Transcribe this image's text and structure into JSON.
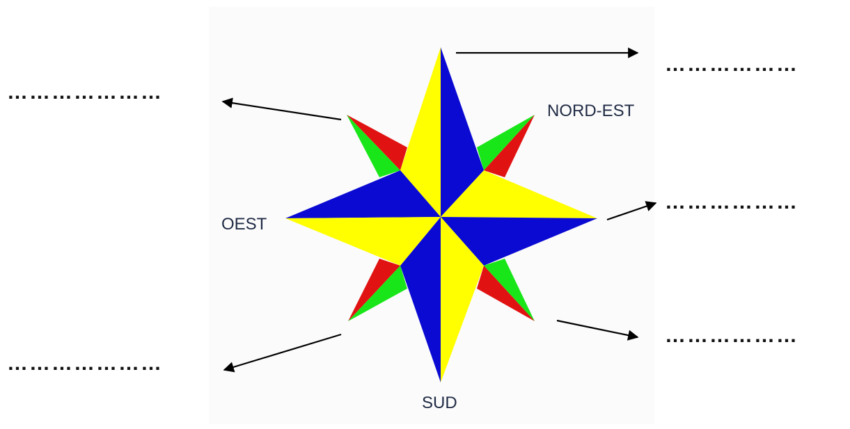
{
  "colors": {
    "blue": "#0a0ad2",
    "yellow": "#ffff00",
    "red": "#e11212",
    "green": "#19e619",
    "arrow": "#000000",
    "label": "#1f2a44"
  },
  "labels": {
    "northeast": "NORD-EST",
    "west": "OEST",
    "south": "SUD"
  },
  "blanks": {
    "north": "………………",
    "northwest": "…………………",
    "east": "………………",
    "southeast": "………………",
    "southwest": "…………………"
  }
}
